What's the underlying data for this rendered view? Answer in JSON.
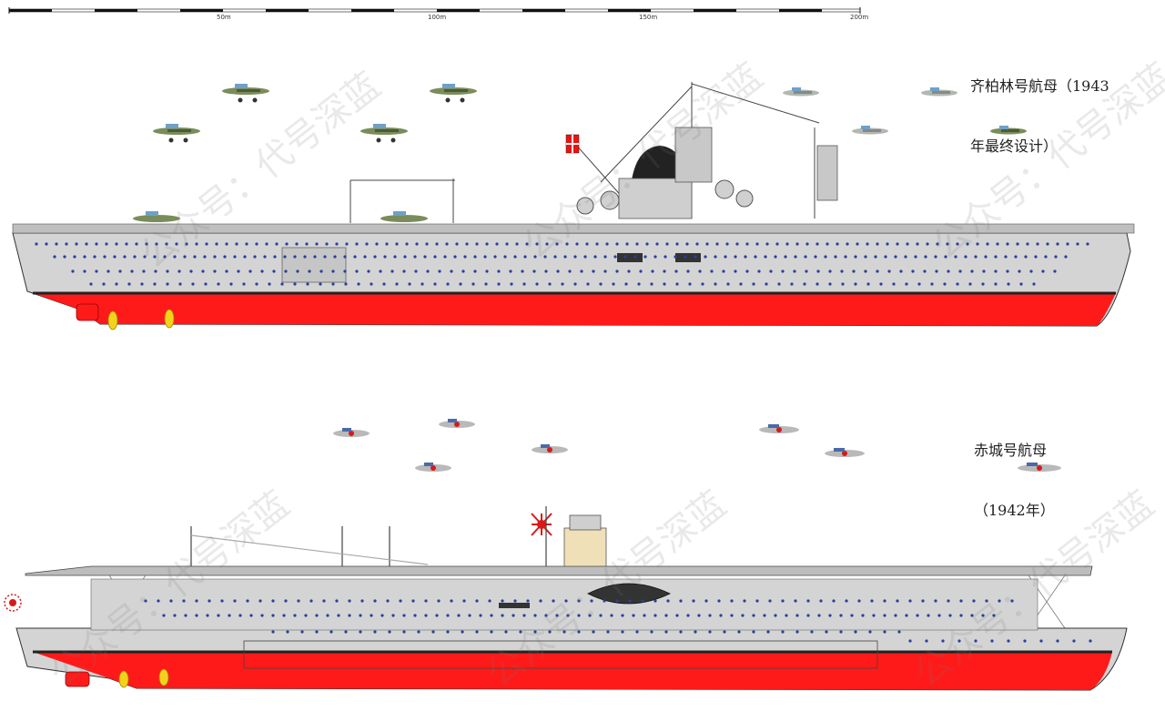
{
  "scale_bar": {
    "ticks": [
      "50m",
      "100m",
      "150m",
      "200m"
    ]
  },
  "ships": [
    {
      "id": "graf-zeppelin",
      "title_line1": "齐柏林号航母（1943",
      "title_line2": "年最终设计）"
    },
    {
      "id": "akagi",
      "title_line1": "赤城号航母",
      "title_line2": "（1942年）"
    }
  ],
  "watermark": {
    "text": "公众号：代号深蓝"
  },
  "colors": {
    "hull_upper": "#d4d4d4",
    "hull_lower": "#ff1a1a",
    "boot_top": "#222222",
    "porthole": "#2a3f9a",
    "propeller": "#f2d21b",
    "german_plane": "#7a8c5a",
    "japanese_plane": "#b9b9b9",
    "hinomaru": "#d71a1a"
  },
  "icons": {
    "german_flag": "war-ensign-flag-icon",
    "japanese_flag": "rising-sun-flag-icon",
    "aircraft": "aircraft-icon",
    "propeller": "propeller-icon"
  }
}
